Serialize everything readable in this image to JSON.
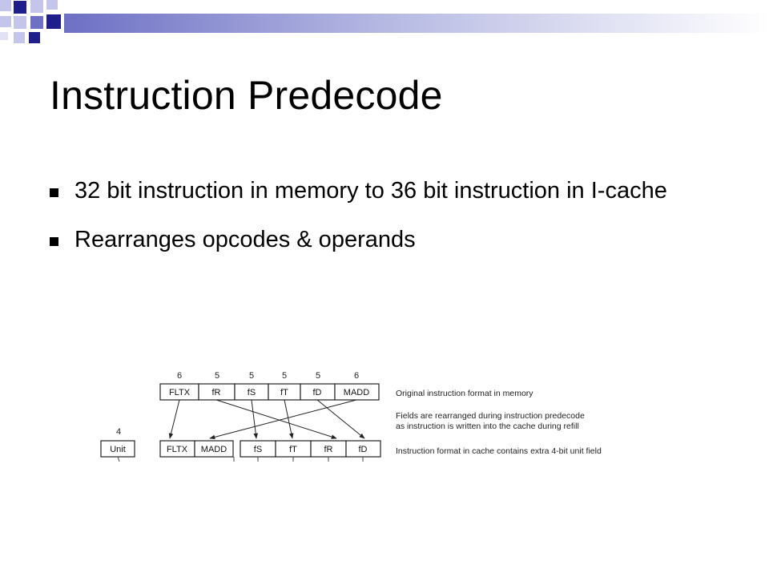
{
  "slide": {
    "title": "Instruction Predecode",
    "bullets": [
      "32 bit instruction in memory to 36 bit instruction in I-cache",
      "Rearranges opcodes & operands"
    ]
  },
  "diagram": {
    "memory_format": {
      "fields": [
        "FLTX",
        "fR",
        "fS",
        "fT",
        "fD",
        "MADD"
      ],
      "widths": [
        "6",
        "5",
        "5",
        "5",
        "5",
        "6"
      ]
    },
    "cache_format": {
      "unit_width": "4",
      "unit_label": "Unit",
      "fields": [
        "FLTX",
        "MADD",
        "fS",
        "fT",
        "fR",
        "fD"
      ]
    },
    "annotations": {
      "original": "Original instruction format in memory",
      "rearranged_line1": "Fields are rearranged during instruction predecode",
      "rearranged_line2": "as instruction is written into the cache during refill",
      "cache": "Instruction format in cache contains extra 4-bit unit field"
    }
  },
  "colors": {
    "accent_navy": "#1f1f8c",
    "accent_blue": "#6d70c4",
    "accent_light": "#c3c6ea",
    "header_gradient_end": "#ffffff"
  }
}
